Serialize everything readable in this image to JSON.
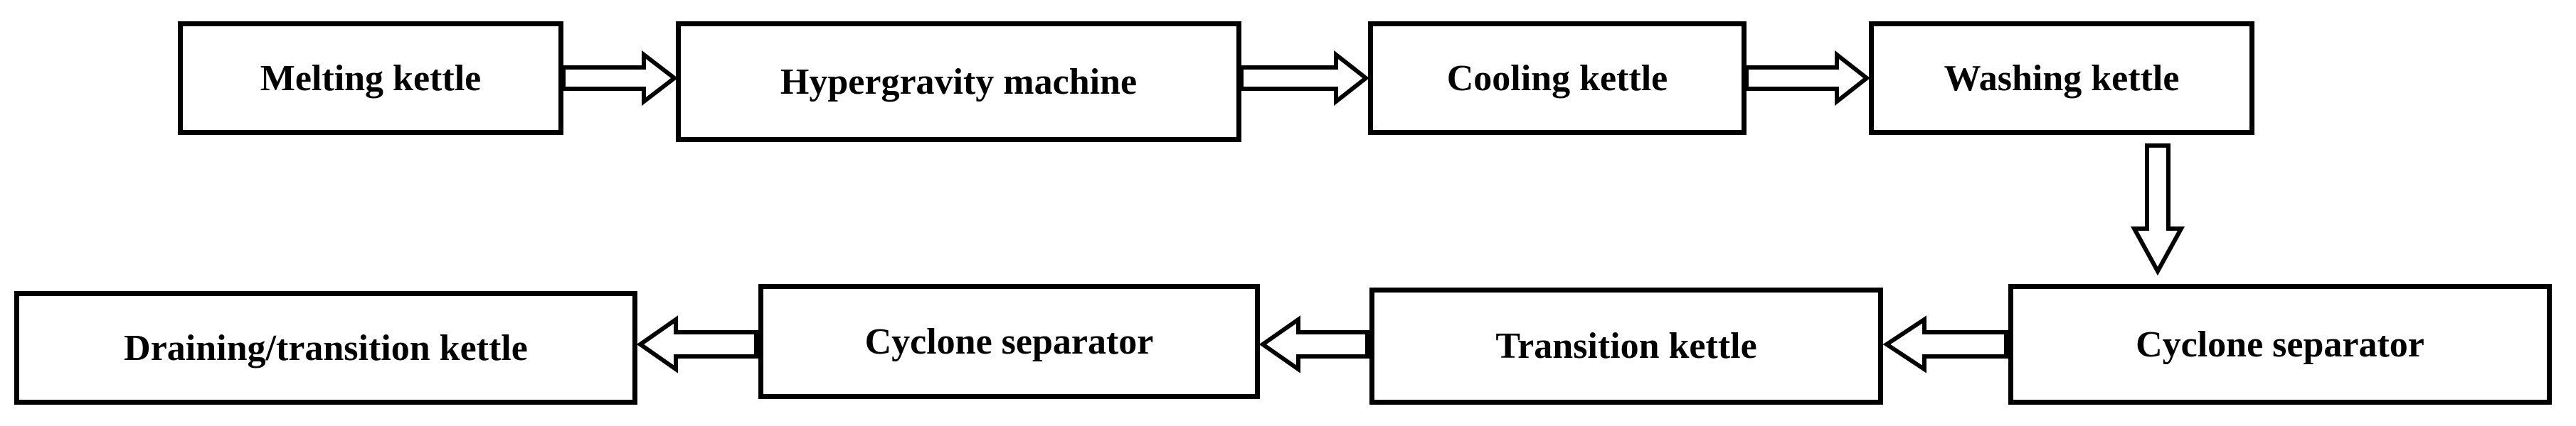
{
  "flow": {
    "top_row": [
      {
        "label": "Melting kettle"
      },
      {
        "label": "Hypergravity machine"
      },
      {
        "label": "Cooling kettle"
      },
      {
        "label": "Washing kettle"
      }
    ],
    "bottom_row": [
      {
        "label": "Cyclone separator"
      },
      {
        "label": "Transition kettle"
      },
      {
        "label": "Cyclone separator"
      },
      {
        "label": "Draining/transition kettle"
      }
    ]
  },
  "colors": {
    "stroke": "#000000",
    "fill": "#ffffff"
  }
}
